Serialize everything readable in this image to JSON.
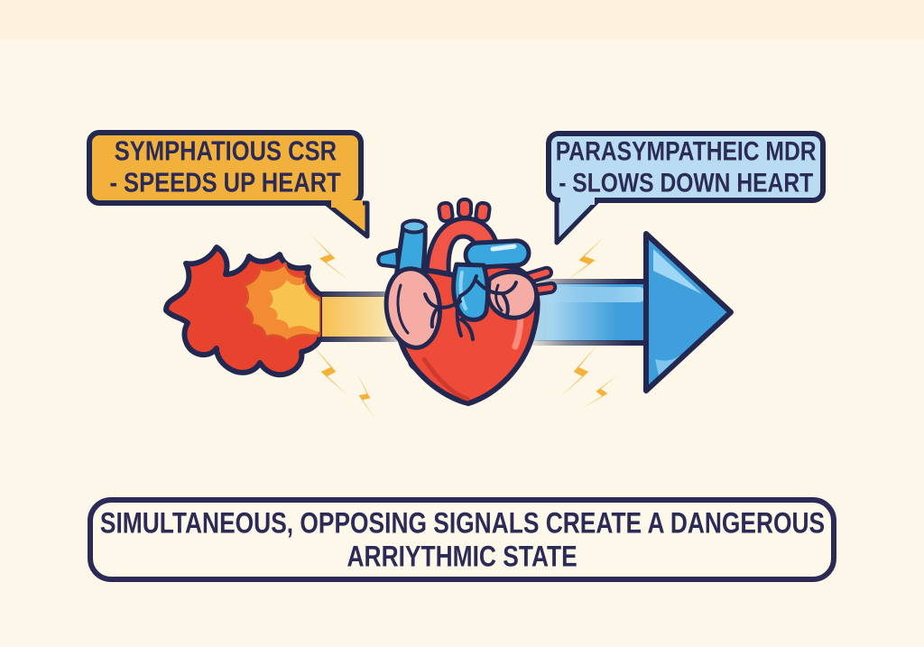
{
  "page": {
    "background": "#FCF7E8",
    "top_strip": "#FEF2DD"
  },
  "diagram": {
    "left_bubble": {
      "line1": "SYMPHATIOUS CSR",
      "line2": "- SPEEDS UP HEART",
      "fill": "#F2B03C",
      "tail_position": "bottom-right"
    },
    "right_bubble": {
      "line1": "PARASYMPATHEIC MDR",
      "line2": "- SLOWS DOWN HEART",
      "fill": "#B9DCF3",
      "tail_position": "bottom-left"
    },
    "banner": {
      "line1": "SIMULTANEOUS, OPPOSING SIGNALS CREATE A DANGEROUS",
      "line2": "ARRIYTHMIC STATE"
    },
    "icons": {
      "fire_arrow": "fire-arrow-icon",
      "heart": "anatomical-heart-icon",
      "right_arrow": "blue-right-arrow-icon",
      "lightning": "lightning-bolt-icon"
    },
    "colors": {
      "outline_navy": "#232850",
      "text_navy": "#2B2B55",
      "flame_red": "#E8432F",
      "flame_orange": "#F28B33",
      "flame_yellow": "#F8C34F",
      "beam_yellow": "#F7BC47",
      "arrow_blue": "#3F9FDC",
      "heart_red": "#EE4B3B",
      "aorta_red": "#F05548",
      "vessel_blue": "#3BA7DF",
      "atrium_pink": "#F5ACA5",
      "lightning_yellow": "#F3B33B"
    }
  }
}
